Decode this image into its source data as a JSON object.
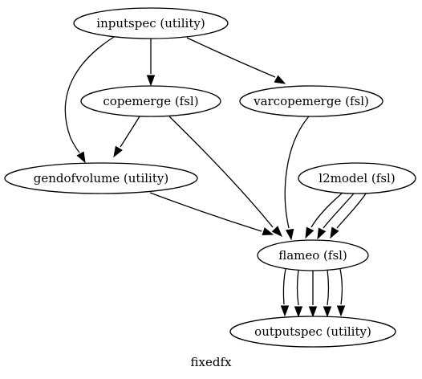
{
  "graph": {
    "label": "fixedfx",
    "nodes": [
      {
        "id": "inputspec",
        "label": "inputspec (utility)"
      },
      {
        "id": "copemerge",
        "label": "copemerge (fsl)"
      },
      {
        "id": "varcopemerge",
        "label": "varcopemerge (fsl)"
      },
      {
        "id": "gendofvolume",
        "label": "gendofvolume (utility)"
      },
      {
        "id": "l2model",
        "label": "l2model (fsl)"
      },
      {
        "id": "flameo",
        "label": "flameo (fsl)"
      },
      {
        "id": "outputspec",
        "label": "outputspec (utility)"
      }
    ],
    "edges": [
      {
        "from": "inputspec",
        "to": "copemerge"
      },
      {
        "from": "inputspec",
        "to": "varcopemerge"
      },
      {
        "from": "inputspec",
        "to": "gendofvolume"
      },
      {
        "from": "copemerge",
        "to": "gendofvolume"
      },
      {
        "from": "copemerge",
        "to": "flameo"
      },
      {
        "from": "varcopemerge",
        "to": "flameo"
      },
      {
        "from": "gendofvolume",
        "to": "flameo"
      },
      {
        "from": "l2model",
        "to": "flameo"
      },
      {
        "from": "l2model",
        "to": "flameo"
      },
      {
        "from": "l2model",
        "to": "flameo"
      },
      {
        "from": "flameo",
        "to": "outputspec"
      },
      {
        "from": "flameo",
        "to": "outputspec"
      },
      {
        "from": "flameo",
        "to": "outputspec"
      },
      {
        "from": "flameo",
        "to": "outputspec"
      },
      {
        "from": "flameo",
        "to": "outputspec"
      }
    ]
  }
}
